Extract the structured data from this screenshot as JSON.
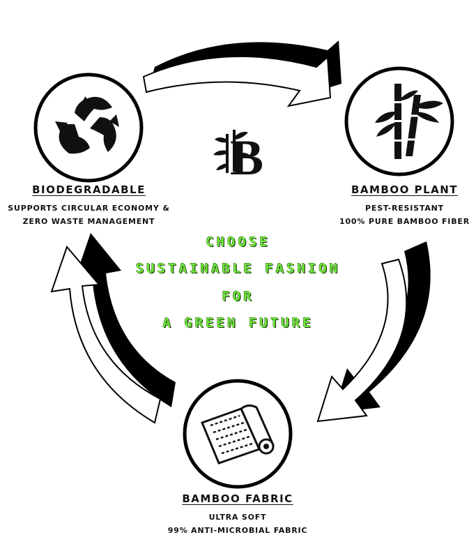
{
  "nodes": {
    "top_left": {
      "title": "BIODEGRADABLE",
      "lines": [
        "SUPPORTS CIRCULAR ECONOMY &",
        "ZERO WASTE MANAGEMENT"
      ],
      "icon": "recycle-leaves-icon"
    },
    "top_right": {
      "title": "BAMBOO PLANT",
      "lines": [
        "PEST-RESISTANT",
        "100% PURE BAMBOO FIBER"
      ],
      "icon": "bamboo-icon"
    },
    "bottom": {
      "title": "BAMBOO FABRIC",
      "lines": [
        "ULTRA SOFT",
        "99% ANTI-MICROBIAL FABRIC"
      ],
      "icon": "fabric-roll-icon"
    }
  },
  "logo": {
    "letter": "B",
    "icon": "bamboo-b-logo"
  },
  "center": {
    "lines": [
      "CHOOSE",
      "SUSTAINABLE FASHION",
      "FOR",
      "A GREEN FUTURE"
    ],
    "color": "#6ee83a"
  },
  "edges": [
    {
      "from": "top_left",
      "to": "top_right",
      "icon": "curved-arrow-icon"
    },
    {
      "from": "top_right",
      "to": "bottom",
      "icon": "curved-arrow-icon"
    },
    {
      "from": "bottom",
      "to": "top_left",
      "icon": "curved-arrow-icon"
    }
  ]
}
